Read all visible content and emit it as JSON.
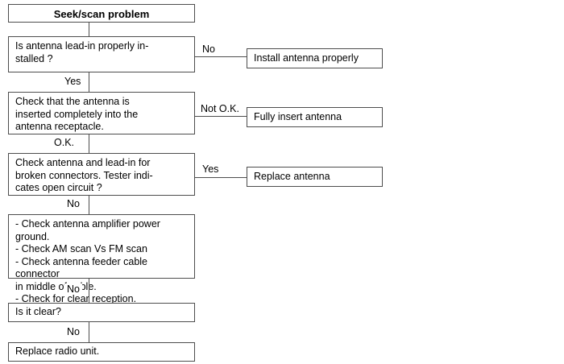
{
  "diagram": {
    "title": "Seek/scan problem",
    "type": "troubleshooting-flowchart",
    "nodes": {
      "title_box": "Seek/scan problem",
      "step1": "Is antenna lead-in properly in-\nstalled ?",
      "step1_branch": "Install antenna properly",
      "step2": "Check that the antenna is\ninserted completely into the\nantenna receptacle.",
      "step2_branch": "Fully insert antenna",
      "step3": "Check antenna and lead-in for\nbroken connectors. Tester indi-\ncates open circuit ?",
      "step3_branch": "Replace antenna",
      "step4": "- Check antenna amplifier power ground.\n- Check AM scan Vs FM scan\n- Check antenna feeder cable connector\n   in middle of cable.\n- Check for clear reception.",
      "step5": "Is it clear?",
      "step6": "Replace radio unit."
    },
    "edge_labels": {
      "e1_no": "No",
      "e1_yes": "Yes",
      "e2_notok": "Not O.K.",
      "e2_ok": "O.K.",
      "e3_yes": "Yes",
      "e3_no": "No",
      "e4_no": "No",
      "e5_no": "No"
    },
    "colors": {
      "border": "#4d4d4d",
      "background": "#ffffff",
      "text": "#000000"
    }
  }
}
